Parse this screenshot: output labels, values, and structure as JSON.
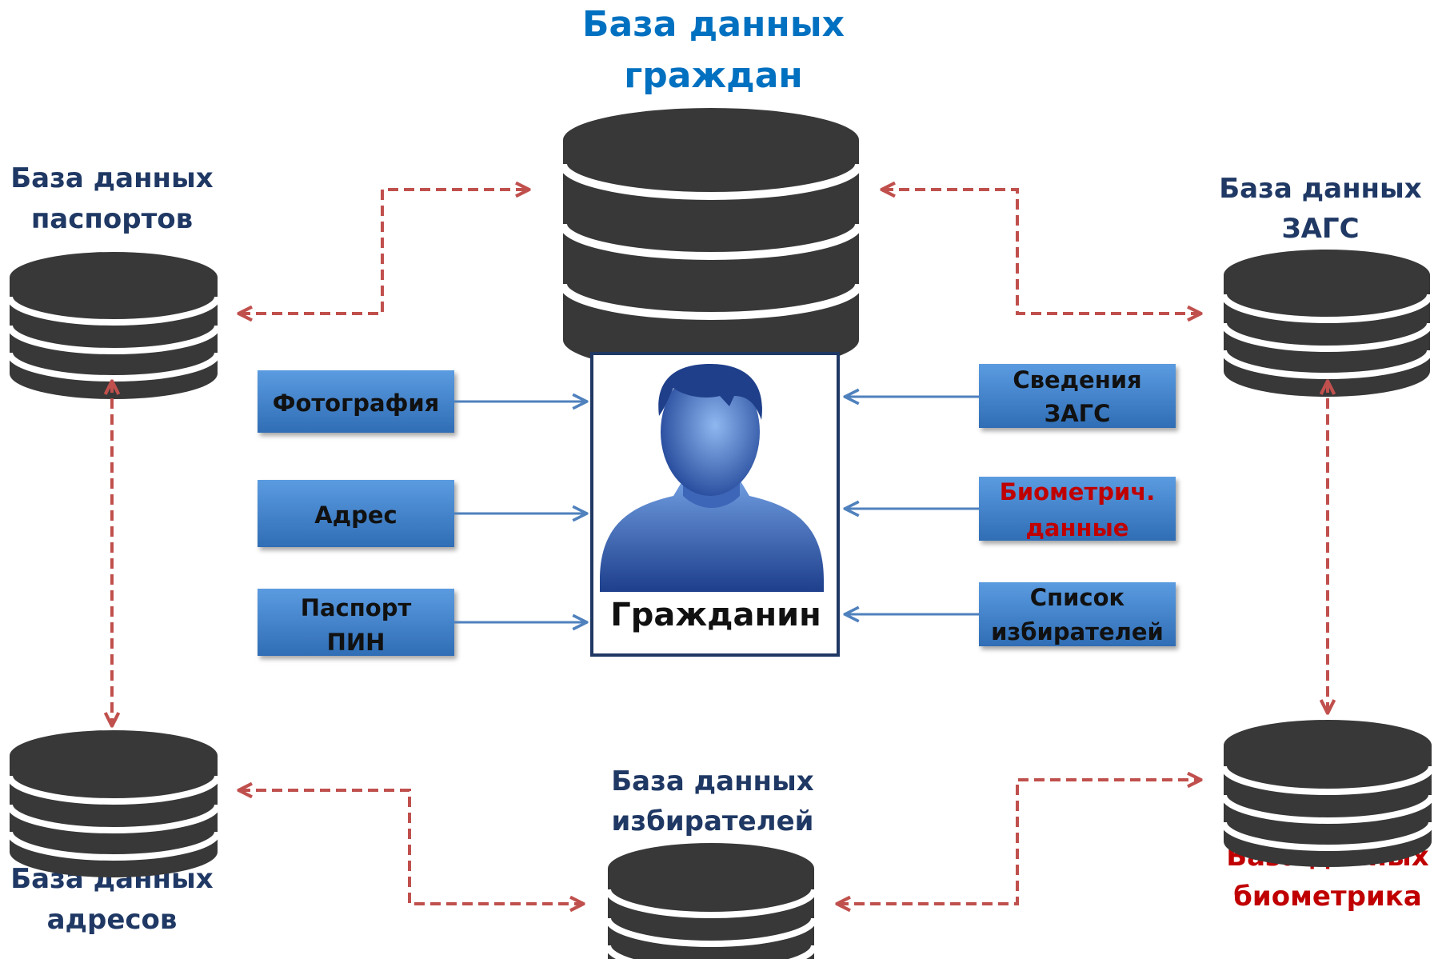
{
  "databases": {
    "citizens": {
      "title_line1": "База данных",
      "title_line2": "граждан"
    },
    "passports": {
      "title_line1": "База данных",
      "title_line2": "паспортов"
    },
    "zags": {
      "title_line1": "База данных",
      "title_line2": "ЗАГС"
    },
    "addresses": {
      "title_line1": "База данных",
      "title_line2": "адресов"
    },
    "voters": {
      "title_line1": "База данных",
      "title_line2": "избирателей"
    },
    "biometrics": {
      "title_line1": "База данных",
      "title_line2": "биометрика"
    }
  },
  "inputs_left": [
    {
      "line1": "Фотография",
      "line2": ""
    },
    {
      "line1": "Адрес",
      "line2": ""
    },
    {
      "line1": "Паспорт",
      "line2": "ПИН"
    }
  ],
  "inputs_right": [
    {
      "line1": "Сведения",
      "line2": "ЗАГС"
    },
    {
      "line1": "Биометрич.",
      "line2": "данные"
    },
    {
      "line1": "Список",
      "line2": "избирателей"
    }
  ],
  "citizen": {
    "label": "Гражданин"
  },
  "colors": {
    "db_body": "#383838",
    "db_band": "#ffffff",
    "dashed_link": "#C0504D",
    "input_box": "#4A86CF",
    "input_arrow": "#4F81BD",
    "title_dark": "#1F3864",
    "title_main": "#0070C0",
    "accent_red": "#C00000",
    "citizen_frame": "#1F3864"
  },
  "icons": {
    "database": "database-stack-icon",
    "citizen": "user-avatar-icon"
  }
}
